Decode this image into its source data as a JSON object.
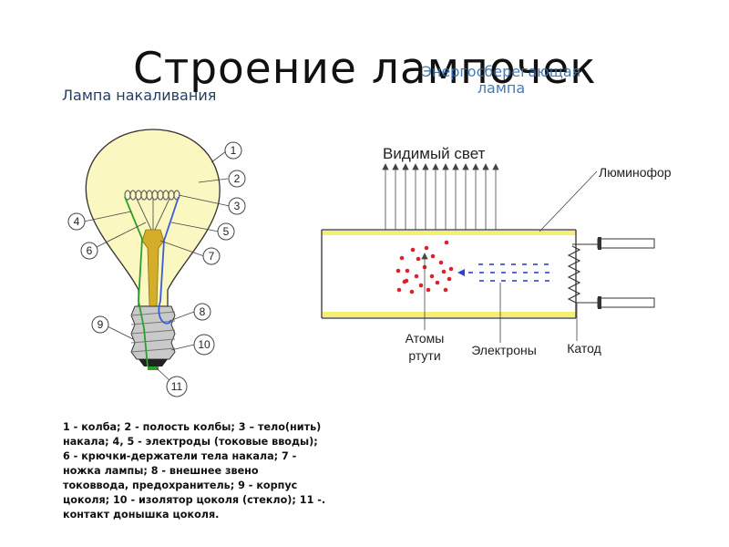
{
  "slide": {
    "title": "Строение лампочек",
    "subtitle_left": "Лампа накаливания",
    "subtitle_right_line1": "Энергосберегающая",
    "subtitle_right_line2": "лампа"
  },
  "bulb_diagram": {
    "callouts": [
      "1",
      "2",
      "3",
      "4",
      "5",
      "6",
      "7",
      "8",
      "9",
      "10",
      "11"
    ],
    "legend_lines": [
      "1 - колба; 2 - полость колбы; 3 – тело(нить)",
      "накала; 4, 5 - электроды (токовые вводы);",
      "6 - крючки-держатели тела накала; 7 -",
      "ножка лампы; 8 - внешнее звено",
      "токоввода, предохранитель; 9 - корпус",
      "цоколя; 10 - изолятор цоколя (стекло); 11 -.",
      "контакт донышка цоколя."
    ],
    "colors": {
      "bulb": "#fbf7c0",
      "base": "#d4ae2b",
      "green_wire": "#2ca02c",
      "blue_wire": "#3a5cd8"
    }
  },
  "tube_diagram": {
    "label_visible_light": "Видимый свет",
    "label_phosphor": "Люминофор",
    "label_mercury_line1": "Атомы",
    "label_mercury_line2": "ртути",
    "label_electrons": "Электроны",
    "label_cathode": "Катод",
    "colors": {
      "phosphor": "#f5ee70",
      "mercury": "#e0202a",
      "electrons": "#2e43c8"
    }
  }
}
